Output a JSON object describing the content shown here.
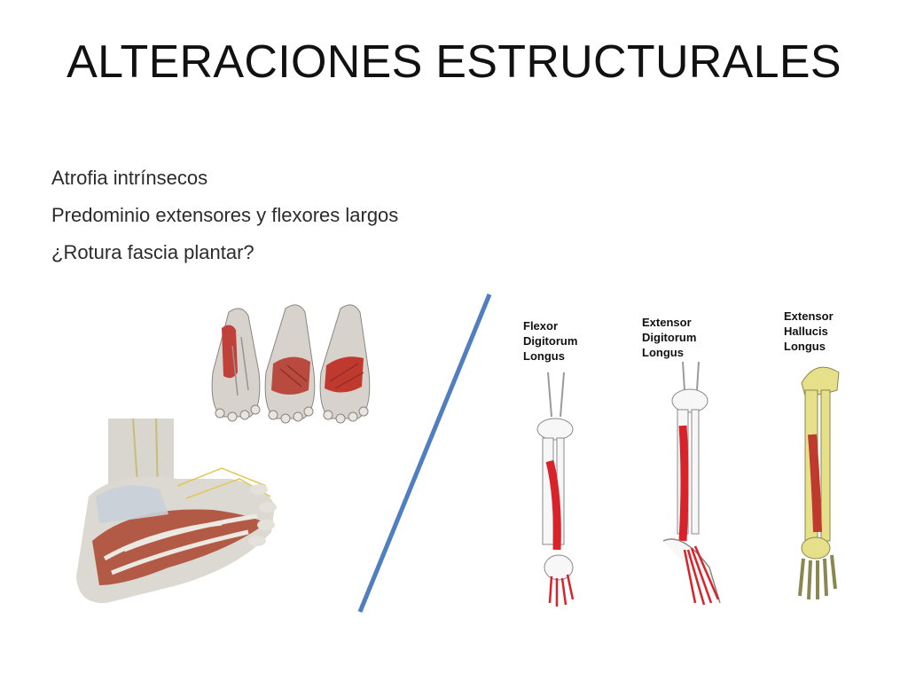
{
  "slide": {
    "title": "ALTERACIONES ESTRUCTURALES",
    "bullets": [
      "Atrofia intrínsecos",
      "Predominio extensores y flexores largos",
      "¿Rotura fascia plantar?"
    ]
  },
  "figures": {
    "flexor_digitorum": {
      "label_lines": [
        "Flexor",
        "Digitorum",
        "Longus"
      ]
    },
    "extensor_digitorum": {
      "label_lines": [
        "Extensor",
        "Digitorum",
        "Longus"
      ]
    },
    "extensor_hallucis": {
      "label_lines": [
        "Extensor",
        "Hallucis",
        "Longus"
      ]
    }
  },
  "colors": {
    "divider": "#4f7fc1",
    "muscle": "#d8232a",
    "bone": "#f2f2f2",
    "bone_yellow": "#e6e08a"
  }
}
